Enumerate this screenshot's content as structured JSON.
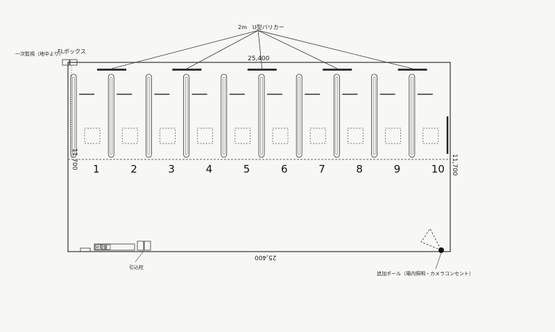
{
  "labels": {
    "barricade": "2m　U型バリカー",
    "left_top_box": "一次監視（地中より）",
    "fl_box": "FLボックス",
    "dim_top": "25,400",
    "dim_bottom": "25,400",
    "dim_left": "11,700",
    "dim_right": "11,700",
    "panel": "分電盤",
    "meter": "引込柱",
    "pole": "追加ポール（場内照明・カメラコンセント）"
  },
  "spaces": [
    "1",
    "2",
    "3",
    "4",
    "5",
    "6",
    "7",
    "8",
    "9",
    "10"
  ],
  "colors": {
    "line": "#333333",
    "background": "#f7f7f5"
  }
}
